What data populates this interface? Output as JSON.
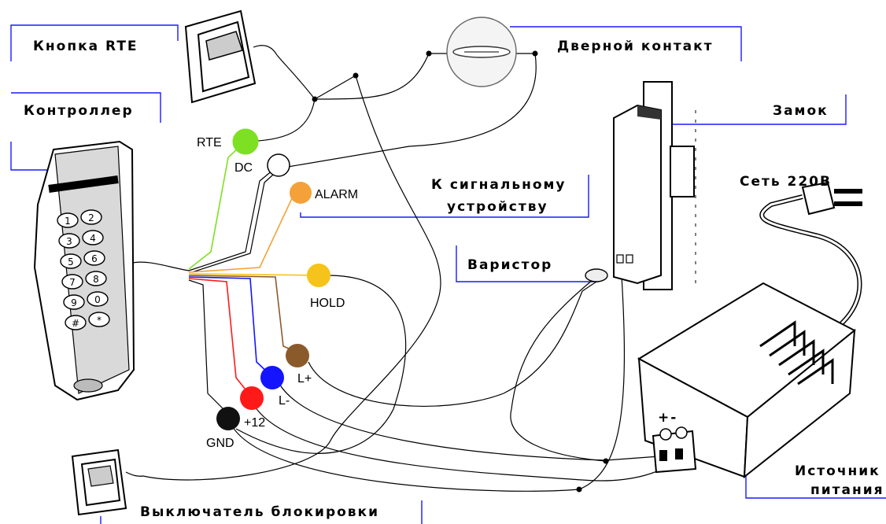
{
  "labels": {
    "rte_button": "Кнопка RTE",
    "door_contact": "Дверной контакт",
    "controller": "Контроллер",
    "lock": "Замок",
    "signal_device_line1": "К сигнальному",
    "signal_device_line2": "устройству",
    "mains": "Сеть 220В",
    "varistor": "Варистор",
    "power_supply_line1": "Источник",
    "power_supply_line2": "питания",
    "block_switch": "Выключатель блокировки"
  },
  "terminals": {
    "rte": "RTE",
    "dc": "DC",
    "alarm": "ALARM",
    "hold": "HOLD",
    "l_plus": "L+",
    "l_minus": "L-",
    "plus12": "+12",
    "gnd": "GND"
  },
  "psu_polarity": "+-",
  "keypad_keys": [
    "1",
    "2",
    "3",
    "4",
    "5",
    "6",
    "7",
    "8",
    "9",
    "0",
    "#",
    "*"
  ],
  "colors": {
    "rte": "#7ee022",
    "dc": "#ffffff",
    "alarm": "#f5a13a",
    "hold": "#f6c31b",
    "l_plus": "#8b5a2b",
    "l_minus": "#1414ff",
    "plus12": "#ff1a1a",
    "gnd": "#111111",
    "callout": "#1a1aff"
  }
}
